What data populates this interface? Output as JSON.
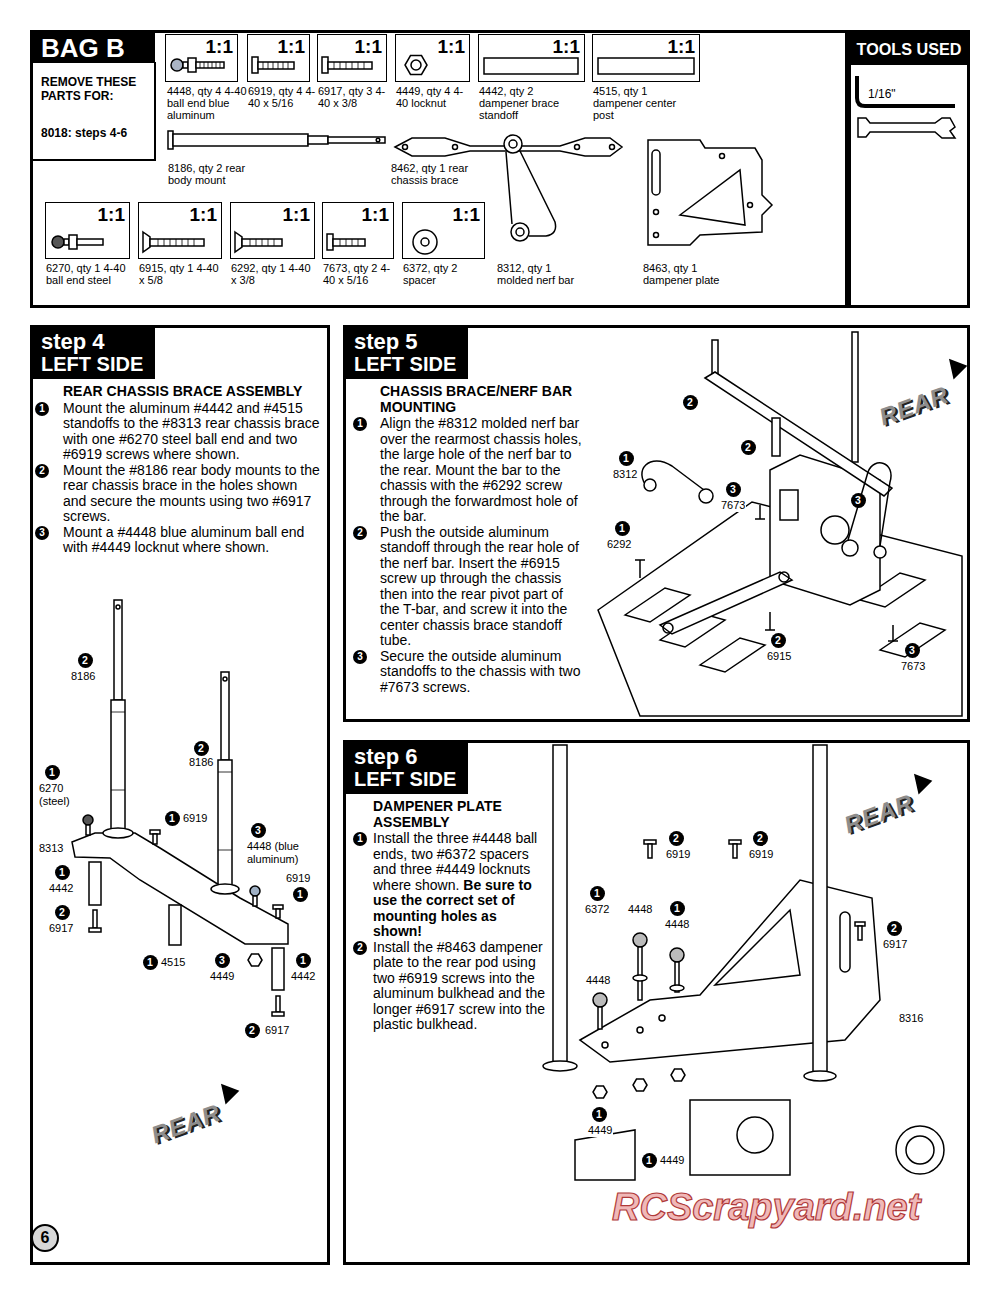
{
  "diagram": {
    "nodes": [
      {
        "text": [
          "BAG B",
          "REMOVE THESE PARTS FOR:",
          "8018: steps 4-6"
        ]
      },
      {
        "text": [
          "1:1"
        ],
        "in": 0
      },
      {
        "text": [
          "1:1"
        ],
        "in": 0
      },
      {
        "text": [
          "1:1"
        ],
        "in": 0
      },
      {
        "text": [
          "1:1"
        ],
        "in": 0
      },
      {
        "text": [
          "1:1"
        ],
        "in": 0
      },
      {
        "text": [
          "1:1"
        ],
        "in": 0
      },
      {
        "text": [
          "1:1"
        ],
        "in": 0
      },
      {
        "text": [
          "1:1"
        ],
        "in": 0
      },
      {
        "text": [
          "1:1"
        ],
        "in": 0
      },
      {
        "text": [
          "1:1"
        ],
        "in": 0
      },
      {
        "text": [
          "1:1"
        ],
        "in": 0
      },
      {
        "text": [
          "TOOLS USED",
          "1/16\""
        ]
      },
      {
        "text": [
          "step 4",
          "LEFT SIDE",
          "REAR CHASSIS BRACE ASSEMBLY",
          "1",
          "Mount the aluminum #4442 and #4515 standoffs to the #8313 rear chassis brace with one #6270 steel ball end and two #6919 screws where shown.",
          "2",
          "Mount the #8186 rear body mounts to the rear chassis brace in the holes shown and secure the mounts using two #6917 screws.",
          "3",
          "Mount a #4448 blue aluminum ball end with #4449 locknut where shown."
        ]
      },
      {
        "text": [
          "step 5",
          "LEFT SIDE",
          "CHASSIS BRACE/NERF BAR MOUNTING",
          "1",
          "Align the #8312 molded nerf bar over the rearmost chassis holes, the large hole of the nerf bar to the rear. Mount the bar to the chassis with the #6292 screw through the forwardmost hole of the bar.",
          "2",
          "Push the outside aluminum standoff through the rear hole of the nerf bar. Insert the #6915 screw up through the chassis then into the rear pivot part of the T-bar, and screw it into the center chassis brace standoff tube.",
          "3",
          "Secure the outside aluminum standoffs to the chassis with two #7673 screws."
        ]
      },
      {
        "text": [
          "step 6",
          "LEFT SIDE",
          "DAMPENER PLATE ASSEMBLY",
          "1",
          "Install the three #4448 ball ends, two #6372 spacers and three #4449 locknuts where shown.",
          "Be sure to use the correct set of mounting holes as shown!",
          "2",
          "Install the #8463 dampener plate to the rear pod using two #6919 screws into the aluminum bulkhead and the longer #6917 screw into the plastic bulkhead."
        ]
      }
    ],
    "labels": [
      "4448, qty 4 4-40 ball end blue aluminum",
      "6919, qty 4 4-40 x 5/16",
      "6917, qty 3 4-40 x 3/8",
      "4449, qty 4 4-40 locknut",
      "4442, qty 2 dampener brace standoff",
      "4515, qty 1 dampener center post",
      "8186, qty 2 rear body mount",
      "8462, qty 1 rear chassis brace",
      "6270, qty 1 4-40 ball end steel",
      "6915, qty 1 4-40 x 5/8",
      "6292, qty 1 4-40 x 3/8",
      "7673, qty 2 4-40 x 5/16",
      "6372, qty 2 spacer",
      "8312, qty 1 molded nerf bar",
      "8463, qty 1 dampener plate",
      "2",
      "8186",
      "2",
      "8186",
      "1",
      "6270 (steel)",
      "8313",
      "1",
      "6919",
      "1",
      "4442",
      "2",
      "6917",
      "1",
      "4515",
      "3",
      "4448 (blue aluminum)",
      "1",
      "6919",
      "3",
      "4449",
      "1",
      "4442",
      "2",
      "6917",
      "REAR",
      "2",
      "2",
      "REAR",
      "1",
      "8312",
      "3",
      "7673",
      "3",
      "1",
      "6292",
      "2",
      "6915",
      "3",
      "7673",
      "REAR",
      "2",
      "6919",
      "2",
      "6919",
      "1",
      "6372",
      "4448",
      "1",
      "4448",
      "2",
      "6917",
      "4448",
      "8316",
      "1",
      "4449",
      "1",
      "4449",
      "6",
      "RCScrapyard.net"
    ]
  }
}
